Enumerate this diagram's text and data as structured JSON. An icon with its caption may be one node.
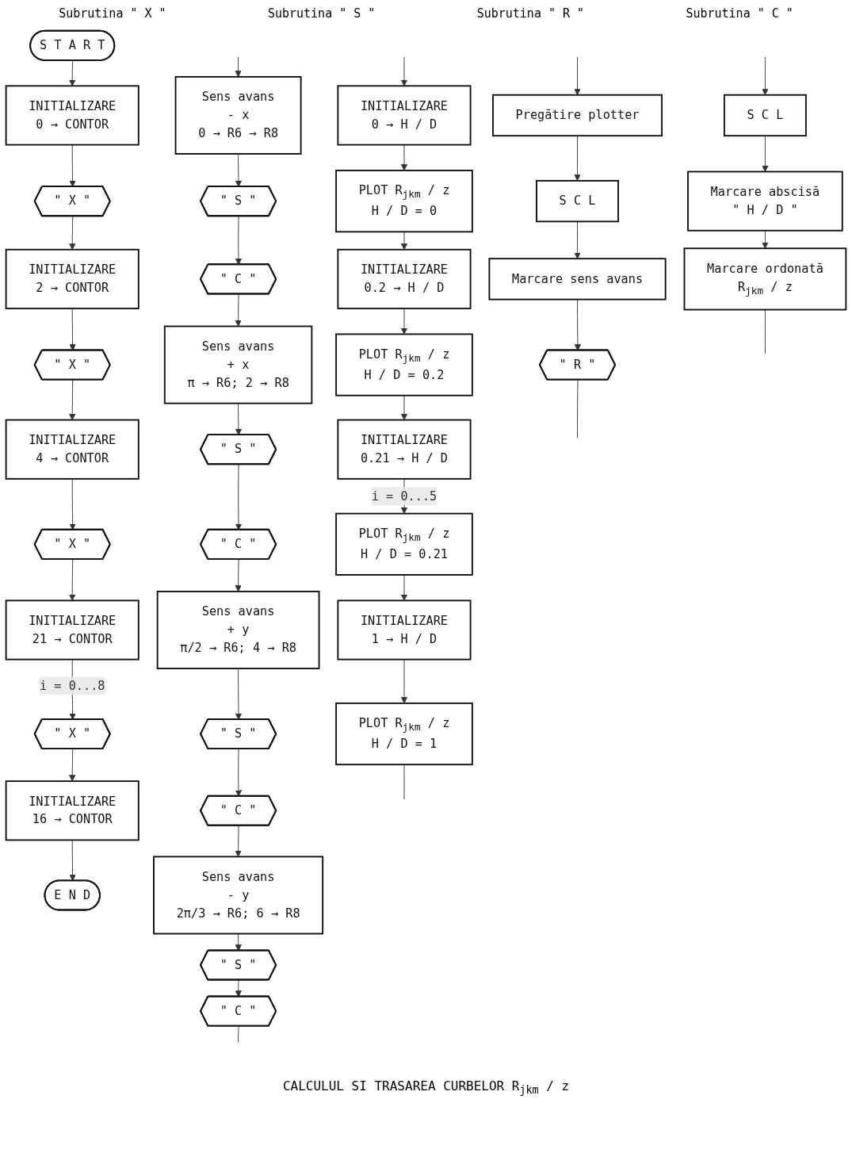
{
  "diagram": {
    "caption": "CALCULUL SI TRASAREA CURBELOR R$_{jkm}$ / z",
    "nodes": [
      {
        "text": [
          "S T A R T"
        ]
      },
      {
        "text": [
          "INITIALIZARE",
          "0 → CONTOR"
        ]
      },
      {
        "text": [
          "\" X \""
        ]
      },
      {
        "text": [
          "INITIALIZARE",
          "2 → CONTOR"
        ]
      },
      {
        "text": [
          "\" X \""
        ]
      },
      {
        "text": [
          "INITIALIZARE",
          "4 → CONTOR"
        ]
      },
      {
        "text": [
          "\" X \""
        ]
      },
      {
        "text": [
          "INITIALIZARE",
          "21 → CONTOR"
        ]
      },
      {
        "text": [
          "\" X \""
        ]
      },
      {
        "text": [
          "INITIALIZARE",
          "16 → CONTOR"
        ]
      },
      {
        "text": [
          "E N D"
        ]
      },
      {
        "text": [
          "Sens avans",
          "- x",
          "0 → R6 → R8"
        ]
      },
      {
        "text": [
          "\" S \""
        ]
      },
      {
        "text": [
          "\" C \""
        ]
      },
      {
        "text": [
          "Sens avans",
          "+ x",
          "π → R6; 2 → R8"
        ]
      },
      {
        "text": [
          "\" S \""
        ]
      },
      {
        "text": [
          "\" C \""
        ]
      },
      {
        "text": [
          "Sens avans",
          "+ y",
          "π/2 → R6; 4 → R8"
        ]
      },
      {
        "text": [
          "\" S \""
        ]
      },
      {
        "text": [
          "\" C \""
        ]
      },
      {
        "text": [
          "Sens avans",
          "- y",
          "2π/3 → R6; 6 → R8"
        ]
      },
      {
        "text": [
          "\" S \""
        ]
      },
      {
        "text": [
          "\" C \""
        ]
      },
      {
        "text": [
          "Pregătire plotter"
        ]
      },
      {
        "text": [
          "S C L"
        ]
      },
      {
        "text": [
          "Marcare sens avans"
        ]
      },
      {
        "text": [
          "\" R \""
        ]
      },
      {
        "text": [
          "S C L"
        ]
      },
      {
        "text": [
          "Marcare abscisă",
          "\" H / D \""
        ]
      },
      {
        "text": [
          "Marcare ordonată",
          "R$_{jkm}$ / z"
        ]
      },
      {
        "text": [
          "INITIALIZARE",
          "0 → H / D"
        ]
      },
      {
        "text": [
          "PLOT R$_{jkm}$ / z",
          "H / D = 0"
        ]
      },
      {
        "text": [
          "INITIALIZARE",
          "0.2 → H / D"
        ]
      },
      {
        "text": [
          "PLOT R$_{jkm}$ / z",
          "H / D = 0.2"
        ]
      },
      {
        "text": [
          "INITIALIZARE",
          "0.21 → H / D"
        ]
      },
      {
        "text": [
          "PLOT R$_{jkm}$ / z",
          "H / D = 0.21"
        ]
      },
      {
        "text": [
          "INITIALIZARE",
          "1 → H / D"
        ]
      },
      {
        "text": [
          "PLOT R$_{jkm}$ / z",
          "H / D = 1"
        ]
      }
    ],
    "edges": [
      {
        "from": 0,
        "to": 1,
        "arrow": "to"
      },
      {
        "from": 1,
        "to": 2,
        "arrow": "to"
      },
      {
        "from": 2,
        "to": 3,
        "arrow": "to"
      },
      {
        "from": 3,
        "to": 4,
        "arrow": "to"
      },
      {
        "from": 4,
        "to": 5,
        "arrow": "to"
      },
      {
        "from": 5,
        "to": 6,
        "arrow": "to"
      },
      {
        "from": 6,
        "to": 7,
        "arrow": "to"
      },
      {
        "from": 7,
        "to": 8,
        "arrow": "to",
        "label": "i = 0...8"
      },
      {
        "from": 8,
        "to": 9,
        "arrow": "to"
      },
      {
        "from": 9,
        "to": 10,
        "arrow": "to"
      },
      {
        "from": null,
        "to": 11,
        "arrow": "to"
      },
      {
        "from": 11,
        "to": 12,
        "arrow": "to"
      },
      {
        "from": 12,
        "to": 13,
        "arrow": "to"
      },
      {
        "from": 13,
        "to": 14,
        "arrow": "to"
      },
      {
        "from": 14,
        "to": 15,
        "arrow": "to"
      },
      {
        "from": 15,
        "to": 16,
        "arrow": "to"
      },
      {
        "from": 16,
        "to": 17,
        "arrow": "to"
      },
      {
        "from": 17,
        "to": 18,
        "arrow": "to"
      },
      {
        "from": 18,
        "to": 19,
        "arrow": "to"
      },
      {
        "from": 19,
        "to": 20,
        "arrow": "to"
      },
      {
        "from": 20,
        "to": 21,
        "arrow": "to"
      },
      {
        "from": 21,
        "to": 22,
        "arrow": "to"
      },
      {
        "from": 22,
        "to": null,
        "arrow": "none"
      },
      {
        "from": null,
        "to": 23,
        "arrow": "to"
      },
      {
        "from": 23,
        "to": 24,
        "arrow": "to"
      },
      {
        "from": 24,
        "to": 25,
        "arrow": "to"
      },
      {
        "from": 25,
        "to": 26,
        "arrow": "to"
      },
      {
        "from": 26,
        "to": null,
        "arrow": "none"
      },
      {
        "from": null,
        "to": 27,
        "arrow": "to"
      },
      {
        "from": 27,
        "to": 28,
        "arrow": "to"
      },
      {
        "from": 28,
        "to": 29,
        "arrow": "to"
      },
      {
        "from": 29,
        "to": null,
        "arrow": "none"
      },
      {
        "from": null,
        "to": 30,
        "arrow": "to"
      },
      {
        "from": 30,
        "to": 31,
        "arrow": "to"
      },
      {
        "from": 31,
        "to": 32,
        "arrow": "to"
      },
      {
        "from": 32,
        "to": 33,
        "arrow": "to"
      },
      {
        "from": 33,
        "to": 34,
        "arrow": "to"
      },
      {
        "from": 34,
        "to": 35,
        "arrow": "to",
        "label": "i = 0...5"
      },
      {
        "from": 35,
        "to": 36,
        "arrow": "to"
      },
      {
        "from": 36,
        "to": 37,
        "arrow": "to"
      },
      {
        "from": 37,
        "to": null,
        "arrow": "none"
      }
    ],
    "labels": [
      "Subrutina \" X \"",
      "Subrutina \" S \"",
      "Subrutina \" R \"",
      "Subrutina \" C \""
    ]
  }
}
